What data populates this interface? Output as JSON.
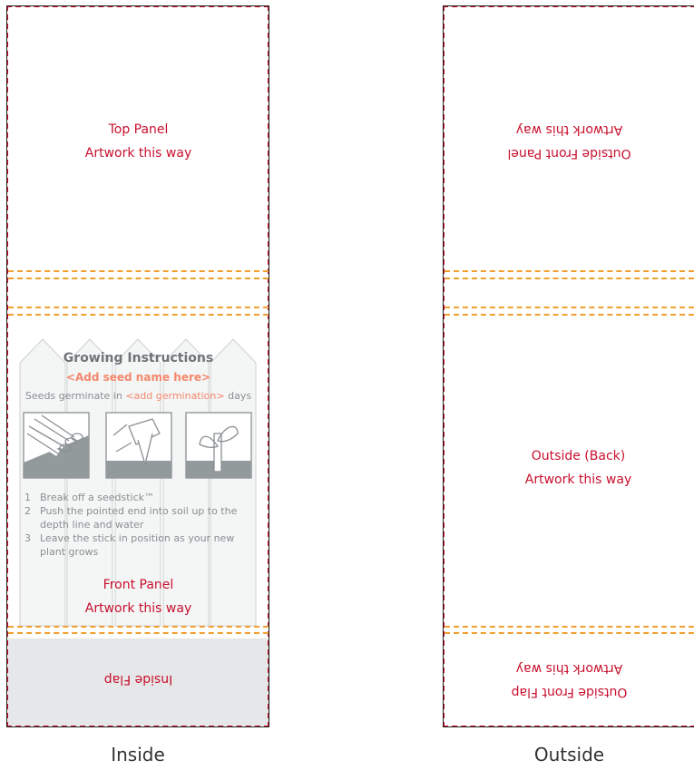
{
  "inside": {
    "caption": "Inside",
    "top_panel": {
      "line1": "Top Panel",
      "line2": "Artwork this way"
    },
    "front_panel": {
      "line1": "Front Panel",
      "line2": "Artwork this way"
    },
    "inside_flap": {
      "label": "Inside Flap"
    },
    "instructions": {
      "title": "Growing Instructions",
      "seed_placeholder": "<Add seed name here>",
      "germinate_prefix": "Seeds germinate in ",
      "germinate_placeholder": "<add germination>",
      "germinate_suffix": " days",
      "steps": [
        {
          "number": "1",
          "line1": "Break off a seedstick™",
          "line2": ""
        },
        {
          "number": "2",
          "line1": "Push the pointed end into soil up to the",
          "line2": "depth line and water"
        },
        {
          "number": "3",
          "line1": "Leave the stick in position as your new",
          "line2": "plant grows"
        }
      ]
    }
  },
  "outside": {
    "caption": "Outside",
    "front_panel": {
      "line1": "Outside Front Panel",
      "line2": "Artwork this way"
    },
    "back_panel": {
      "line1": "Outside (Back)",
      "line2": "Artwork this way"
    },
    "front_flap": {
      "line1": "Outside Front Flap",
      "line2": "Artwork this way"
    }
  },
  "colors": {
    "cut_line": "#c8102e",
    "fold_line": "#f0a030",
    "label_text": "#c8102e",
    "instruction_text": "#8a8f93",
    "placeholder_text": "#f4886d",
    "flap_fill": "#e6e7e8"
  }
}
